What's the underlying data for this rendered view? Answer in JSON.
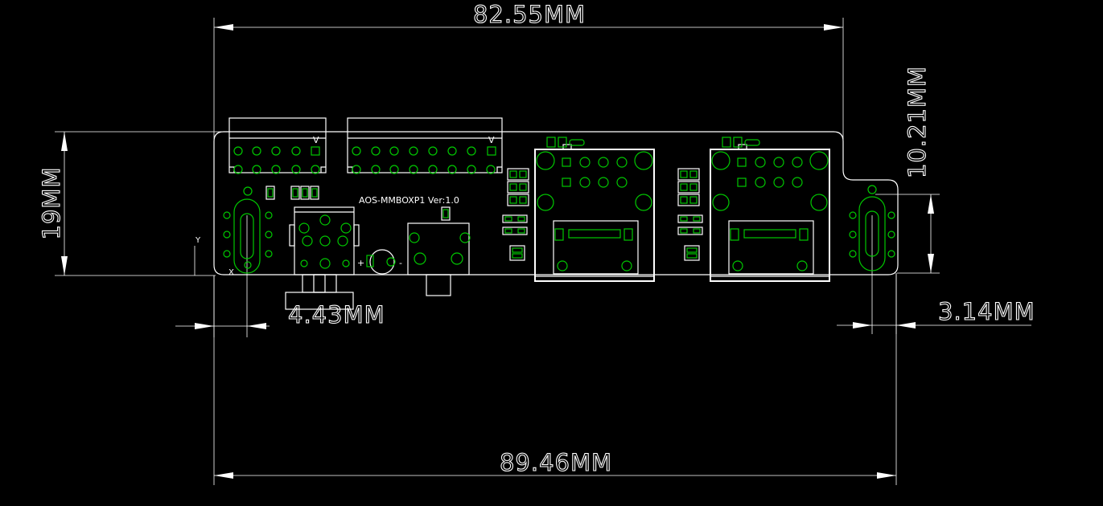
{
  "dimensions": {
    "top_width": "82.55MM",
    "bottom_width": "89.46MM",
    "height_left": "19MM",
    "height_right": "10.21MM",
    "hole_offset_left": "4.43MM",
    "hole_offset_right": "3.14MM"
  },
  "board": {
    "label": "AOS-MMBOXP1 Ver:1.0",
    "axis_x": "X",
    "axis_y": "Y",
    "polarity_plus": "+",
    "polarity_minus": "-",
    "header_pin1_mark": "V"
  },
  "colors": {
    "background": "#000000",
    "outline": "#ffffff",
    "silkscreen_pads": "#00c800"
  }
}
